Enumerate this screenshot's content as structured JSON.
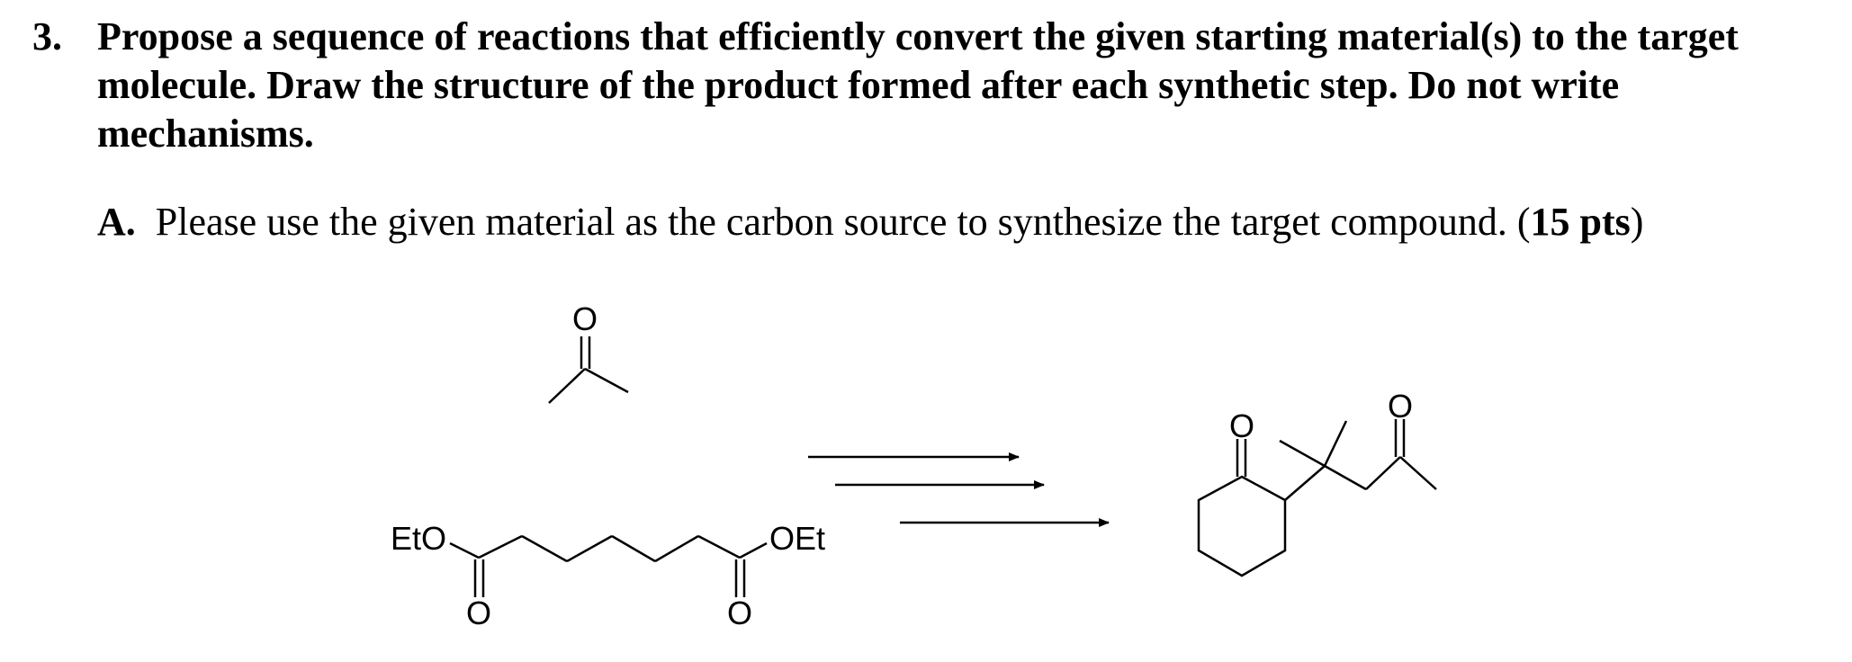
{
  "question": {
    "number": "3.",
    "lines": [
      "Propose a sequence of reactions that efficiently convert the given starting material(s) to the target",
      "molecule. Draw the structure of the product formed after each synthetic step. Do not write",
      "mechanisms."
    ]
  },
  "part": {
    "label": "A.",
    "text_before": "Please use the given material as the carbon source to synthesize the target compound. (",
    "points": "15 pts",
    "text_after": ")"
  },
  "scheme": {
    "acetone_oxygen": "O",
    "diester_left_group": "EtO",
    "diester_right_group": "OEt",
    "diester_left_oxygen": "O",
    "diester_right_oxygen": "O",
    "product_ring_oxygen": "O",
    "product_chain_oxygen": "O"
  }
}
